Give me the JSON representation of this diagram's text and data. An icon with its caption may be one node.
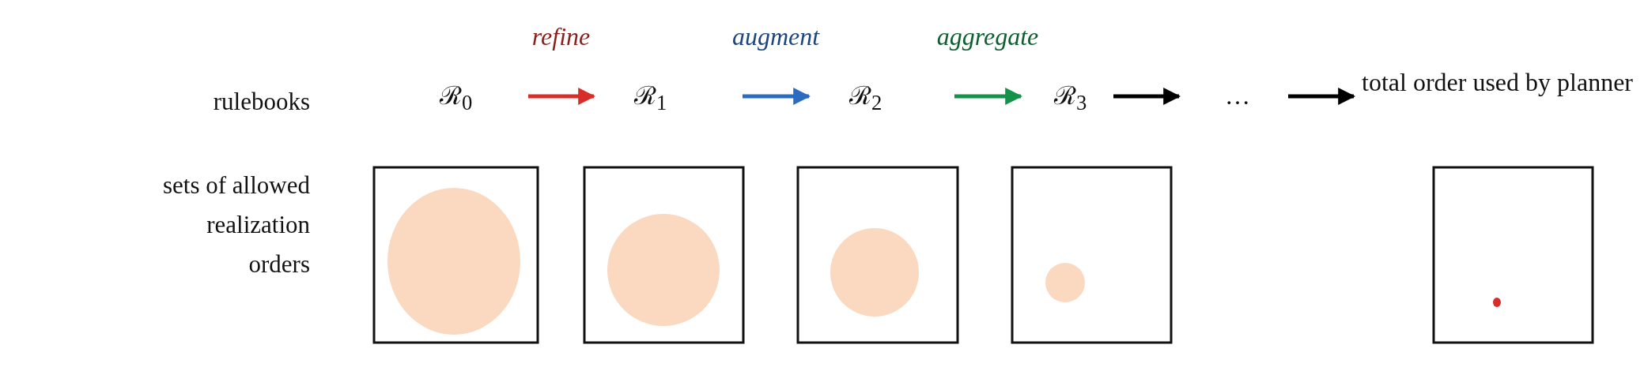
{
  "diagram": {
    "nodes": [
      {
        "text": [
          "ℛ$_{0}$"
        ]
      },
      {
        "text": [
          "ℛ$_{1}$"
        ]
      },
      {
        "text": [
          "ℛ$_{2}$"
        ]
      },
      {
        "text": [
          "ℛ$_{3}$"
        ]
      },
      {
        "text": [
          "…"
        ]
      },
      {
        "text": [
          "total order used by planner"
        ]
      }
    ],
    "edges": [
      {
        "from": 0,
        "to": 1,
        "arrow": "to",
        "label": "refine",
        "color": "#d62f2a"
      },
      {
        "from": 1,
        "to": 2,
        "arrow": "to",
        "label": "augment",
        "color": "#2b6cc0"
      },
      {
        "from": 2,
        "to": 3,
        "arrow": "to",
        "label": "aggregate",
        "color": "#15924a"
      },
      {
        "from": 3,
        "to": 4,
        "arrow": "to"
      },
      {
        "from": 4,
        "to": 5,
        "arrow": "to"
      }
    ],
    "labels": [
      "rulebooks",
      "sets of allowed realization orders"
    ]
  }
}
